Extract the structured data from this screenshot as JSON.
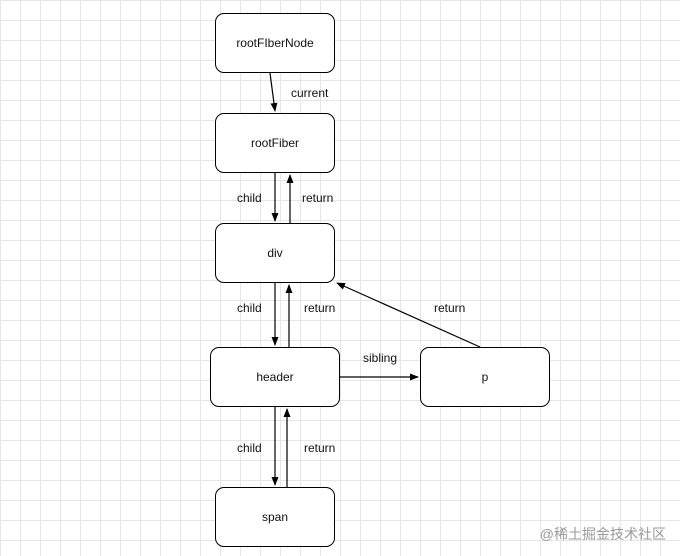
{
  "nodes": {
    "rootFiberNode": "rootFIberNode",
    "rootFiber": "rootFiber",
    "div": "div",
    "header": "header",
    "p": "p",
    "span": "span"
  },
  "edge_labels": {
    "current": "current",
    "child_rootfiber_div": "child",
    "return_div_rootfiber": "return",
    "child_div_header": "child",
    "return_header_div": "return",
    "return_p_div": "return",
    "sibling_header_p": "sibling",
    "child_header_span": "child",
    "return_span_header": "return"
  },
  "watermark": "@稀土掘金技术社区",
  "colors": {
    "background": "#ffffff",
    "grid": "#e6e6e6",
    "stroke": "#000000",
    "watermark": "#9a9a9a"
  }
}
